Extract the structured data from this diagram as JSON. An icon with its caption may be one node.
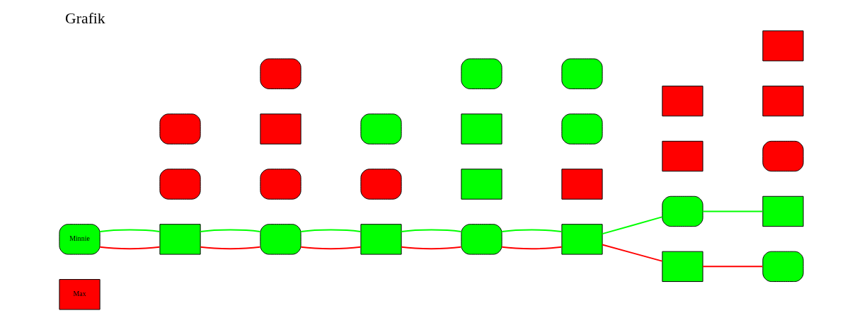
{
  "diagram": {
    "title": "Grafik",
    "nodes": [
      {
        "text": [
          "Max"
        ]
      },
      {
        "text": [
          "Minnie"
        ]
      },
      {
        "text": [],
        "shape": "rounded"
      },
      {
        "text": [],
        "shape": "rounded"
      },
      {
        "text": [],
        "shape": "box"
      },
      {
        "text": [],
        "shape": "rounded"
      },
      {
        "text": [],
        "shape": "box"
      },
      {
        "text": [],
        "shape": "rounded"
      },
      {
        "text": [],
        "shape": "rounded"
      },
      {
        "text": [],
        "shape": "rounded"
      },
      {
        "text": [],
        "shape": "rounded"
      },
      {
        "text": [],
        "shape": "box"
      },
      {
        "text": [],
        "shape": "box"
      },
      {
        "text": [],
        "shape": "box"
      },
      {
        "text": [],
        "shape": "rounded"
      },
      {
        "text": [],
        "shape": "rounded"
      },
      {
        "text": [],
        "shape": "box"
      },
      {
        "text": [],
        "shape": "rounded"
      },
      {
        "text": [],
        "shape": "rounded"
      },
      {
        "text": [],
        "shape": "box"
      },
      {
        "text": [],
        "shape": "box"
      },
      {
        "text": [],
        "shape": "box"
      },
      {
        "text": [],
        "shape": "rounded"
      },
      {
        "text": [],
        "shape": "box"
      },
      {
        "text": [],
        "shape": "rounded"
      },
      {
        "text": [],
        "shape": "box"
      },
      {
        "text": [],
        "shape": "box"
      },
      {
        "text": [],
        "shape": "box"
      },
      {
        "text": [],
        "shape": "rounded"
      }
    ],
    "edges": [
      {
        "from": 1,
        "to": 4,
        "arrow": "none",
        "color": "#ff0000"
      },
      {
        "from": 4,
        "to": 8,
        "arrow": "none",
        "color": "#ff0000"
      },
      {
        "from": 8,
        "to": 11,
        "arrow": "none",
        "color": "#ff0000"
      },
      {
        "from": 11,
        "to": 15,
        "arrow": "none",
        "color": "#ff0000"
      },
      {
        "from": 15,
        "to": 19,
        "arrow": "none",
        "color": "#ff0000"
      },
      {
        "from": 19,
        "to": 23,
        "arrow": "none",
        "color": "#ff0000"
      },
      {
        "from": 23,
        "to": 28,
        "arrow": "none",
        "color": "#ff0000"
      },
      {
        "from": 1,
        "to": 4,
        "arrow": "none",
        "color": "#00ff00"
      },
      {
        "from": 4,
        "to": 8,
        "arrow": "none",
        "color": "#00ff00"
      },
      {
        "from": 8,
        "to": 11,
        "arrow": "none",
        "color": "#00ff00"
      },
      {
        "from": 11,
        "to": 15,
        "arrow": "none",
        "color": "#00ff00"
      },
      {
        "from": 15,
        "to": 19,
        "arrow": "none",
        "color": "#00ff00"
      },
      {
        "from": 19,
        "to": 22,
        "arrow": "none",
        "color": "#00ff00"
      },
      {
        "from": 22,
        "to": 27,
        "arrow": "none",
        "color": "#00ff00"
      }
    ]
  }
}
